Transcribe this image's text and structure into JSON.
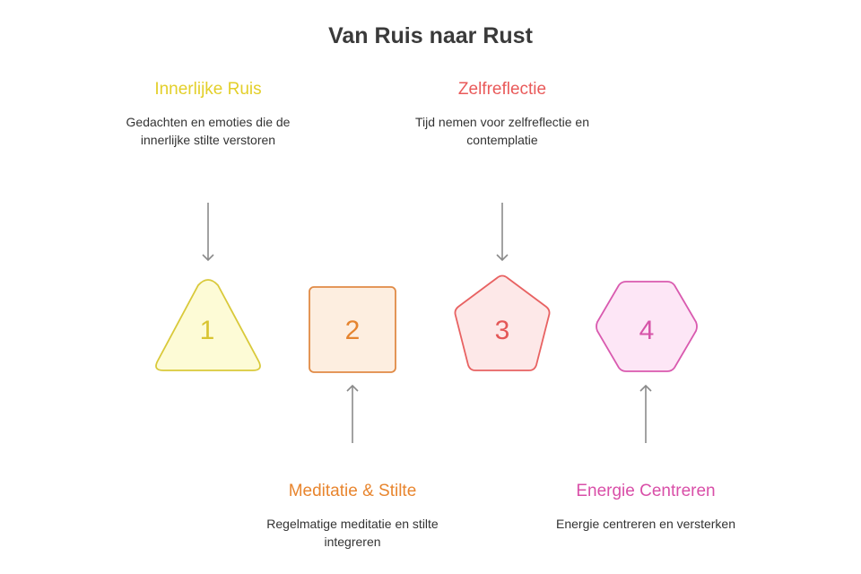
{
  "title": "Van Ruis naar Rust",
  "steps": [
    {
      "number": "1",
      "label": "Innerlijke Ruis",
      "description": "Gedachten en emoties die de innerlijke stilte verstoren",
      "shape": "triangle",
      "accent_color": "#e3cf2a",
      "fill_color": "#fdfbd6",
      "stroke_color": "#d9c93a",
      "number_color": "#d8c430"
    },
    {
      "number": "2",
      "label": "Meditatie & Stilte",
      "description": "Regelmatige meditatie en stilte integreren",
      "shape": "square",
      "accent_color": "#e8852e",
      "fill_color": "#fdeee0",
      "stroke_color": "#e08a45",
      "number_color": "#e5842f"
    },
    {
      "number": "3",
      "label": "Zelfreflectie",
      "description": "Tijd nemen voor zelfreflectie en contemplatie",
      "shape": "pentagon",
      "accent_color": "#e95a5a",
      "fill_color": "#fde8e8",
      "stroke_color": "#e86262",
      "number_color": "#e45757"
    },
    {
      "number": "4",
      "label": "Energie Centreren",
      "description": "Energie centreren en versterken",
      "shape": "hexagon",
      "accent_color": "#d94fa8",
      "fill_color": "#fde6f6",
      "stroke_color": "#d95aaf",
      "number_color": "#d653a8"
    }
  ],
  "connector_color": "#8a8a8a"
}
